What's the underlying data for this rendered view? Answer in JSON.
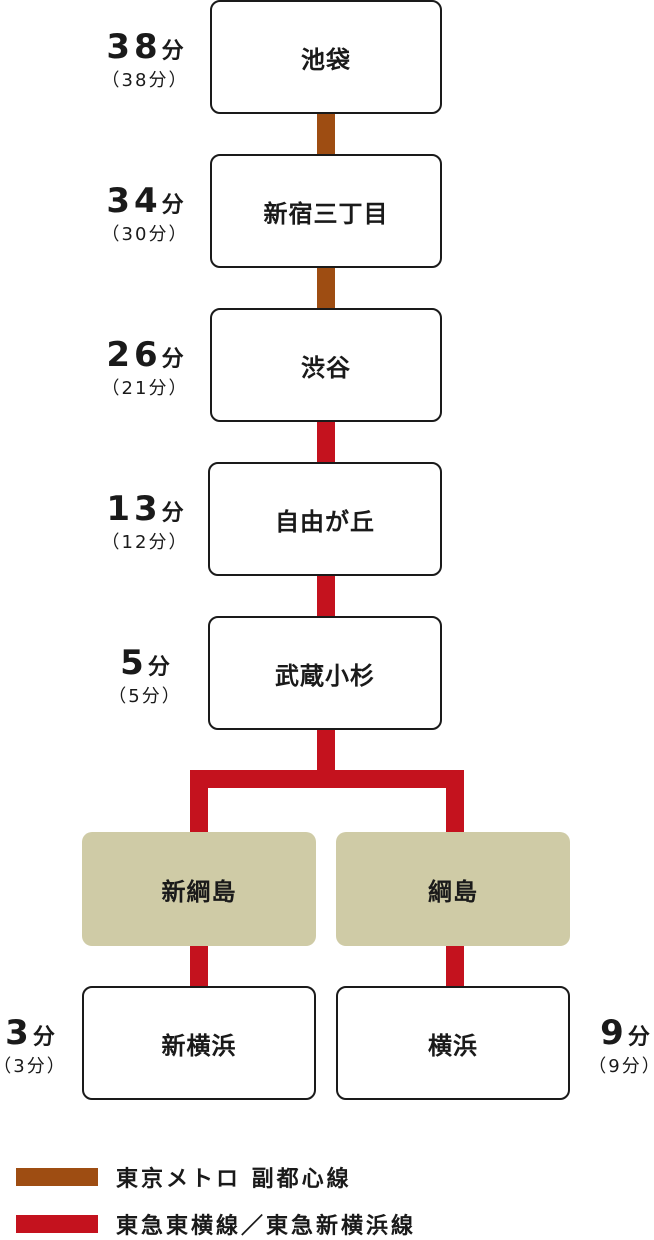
{
  "colors": {
    "fukutoshin": "#9e4d12",
    "toyoko": "#c4121e",
    "transfer_box": "#cfcba6",
    "box_border": "#1a1a1a"
  },
  "stations": [
    {
      "name": "池袋",
      "time": "38",
      "unit": "分",
      "sub": "（38分）"
    },
    {
      "name": "新宿三丁目",
      "time": "34",
      "unit": "分",
      "sub": "（30分）"
    },
    {
      "name": "渋谷",
      "time": "26",
      "unit": "分",
      "sub": "（21分）"
    },
    {
      "name": "自由が丘",
      "time": "13",
      "unit": "分",
      "sub": "（12分）"
    },
    {
      "name": "武蔵小杉",
      "time": "5",
      "unit": "分",
      "sub": "（5分）"
    }
  ],
  "branch_left": {
    "transfer": "新綱島",
    "terminal": {
      "name": "新横浜",
      "time": "3",
      "unit": "分",
      "sub": "（3分）"
    }
  },
  "branch_right": {
    "transfer": "綱島",
    "terminal": {
      "name": "横浜",
      "time": "9",
      "unit": "分",
      "sub": "（9分）"
    }
  },
  "legend": [
    {
      "label": "東京メトロ 副都心線",
      "color_key": "fukutoshin"
    },
    {
      "label": "東急東横線／東急新横浜線",
      "color_key": "toyoko"
    }
  ]
}
